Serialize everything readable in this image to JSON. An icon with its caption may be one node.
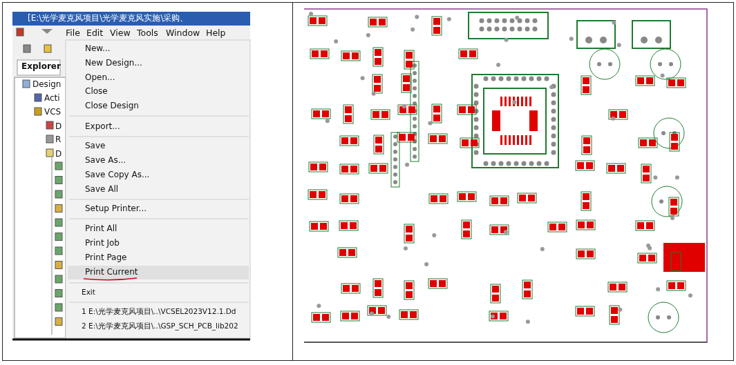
{
  "diagram": {
    "labels": [
      "[E:\\光学麦克风项目\\光学麦克风实施\\采购、",
      "File",
      "Edit",
      "View",
      "Tools",
      "Window",
      "Help",
      "Explorer",
      "Design",
      "Acti",
      "VCS",
      "D",
      "R",
      "D",
      "New...",
      "New Design...",
      "Open...",
      "Close",
      "Close Design",
      "Export...",
      "Save",
      "Save As...",
      "Save Copy As...",
      "Save All",
      "Setup Printer...",
      "Print All",
      "Print Job",
      "Print Page",
      "Print Current",
      "Exit",
      "1 E:\\光学麦克风项目\\..\\VCSEL2023V12.1.Dd",
      "2 E:\\光学麦克风项目\\..\\GSP_SCH_PCB_lib202"
    ]
  }
}
